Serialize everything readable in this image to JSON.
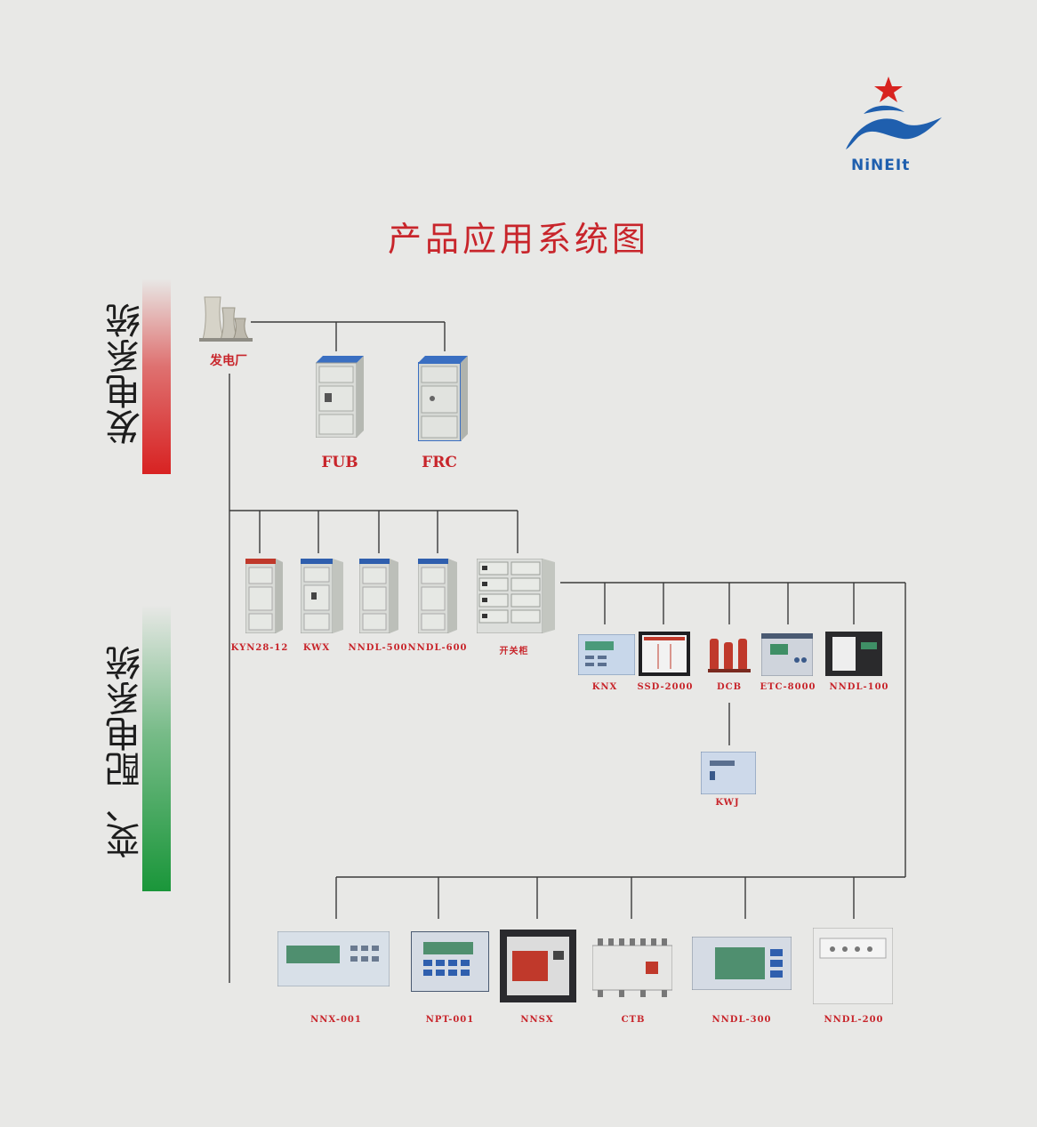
{
  "header": {
    "title": "产品应用系统图",
    "logo_text": "NiNEIt"
  },
  "sections": {
    "generation": "发电系统",
    "distribution": "变、配电系统"
  },
  "colors": {
    "accent_red": "#c8252b",
    "section_green": "#1a963a",
    "line": "#3a3a3a",
    "logo_blue": "#1f5fae"
  },
  "nodes": {
    "power_plant": "发电厂",
    "generation_row": [
      "FUB",
      "FRC"
    ],
    "switchgear_row": [
      "KYN28-12",
      "KWX",
      "NNDL-500",
      "NNDL-600",
      "开关柜"
    ],
    "device_row": [
      "KNX",
      "SSD-2000",
      "DCB",
      "ETC-8000",
      "NNDL-100"
    ],
    "sub_device": "KWJ",
    "bottom_row": [
      "NNX-001",
      "NPT-001",
      "NNSX",
      "CTB",
      "NNDL-300",
      "NNDL-200"
    ]
  }
}
